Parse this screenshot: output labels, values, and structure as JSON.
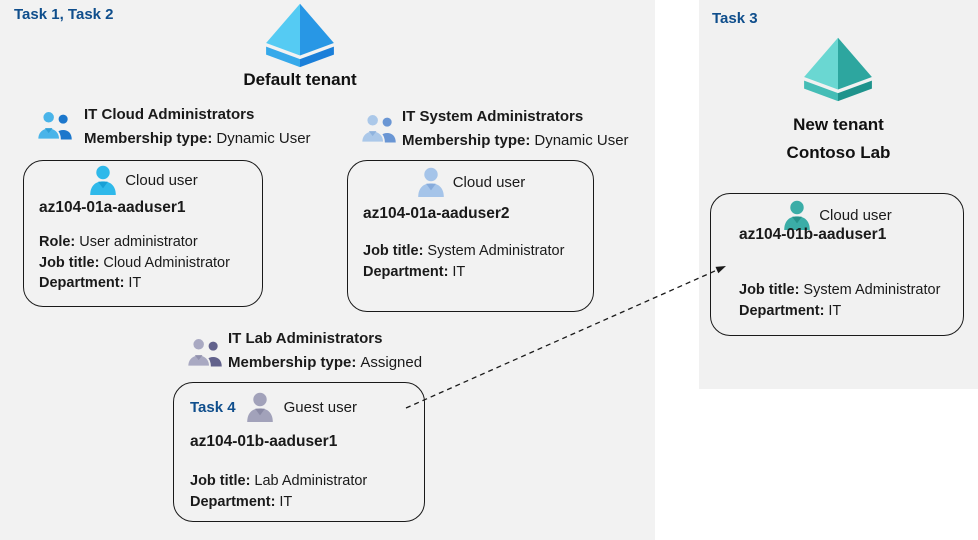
{
  "colors": {
    "task_label": "#0f4e8c",
    "panel_bg": "#f2f2f2",
    "arrow": "#1a1a1a",
    "aad_blue_light": "#55cbf3",
    "aad_blue_dark": "#2897e5",
    "aad_blue_chev_left": "#36a9ea",
    "aad_blue_chev_right": "#1b7fd9",
    "aad_teal_light": "#6ad7d2",
    "aad_teal_dark": "#2da69f",
    "aad_teal_chev_left": "#45bdb6",
    "aad_teal_chev_right": "#1f938c",
    "group_cloud_big": "#49b4e9",
    "group_cloud_small": "#1c77cc",
    "group_cloud_notch": "#2f9fd6",
    "group_system_big": "#abc8e9",
    "group_system_small": "#6a96d4",
    "group_system_notch": "#8fb3de",
    "group_lab_big": "#a9a9c2",
    "group_lab_small": "#62628c",
    "group_lab_notch": "#9191ad",
    "person_cloud1": "#2fb9ea",
    "person_cloud1_notch": "#18a0d6",
    "person_cloud2": "#a5c4e9",
    "person_cloud2_notch": "#87abdb",
    "person_guest": "#a2a2ba",
    "person_guest_notch": "#8a8aa5",
    "person_teal": "#3bada7",
    "person_teal_notch": "#27928b"
  },
  "default_tenant": {
    "task_label": "Task 1, Task 2",
    "title": "Default tenant",
    "groups": {
      "cloud": {
        "name": "IT Cloud Administrators",
        "membership_label": "Membership type:",
        "membership_value": "Dynamic User"
      },
      "system": {
        "name": "IT System Administrators",
        "membership_label": "Membership type:",
        "membership_value": "Dynamic User"
      },
      "lab": {
        "name": "IT Lab Administrators",
        "membership_label": "Membership type:",
        "membership_value": "Assigned"
      }
    },
    "cards": {
      "user1": {
        "type_label": "Cloud user",
        "username": "az104-01a-aaduser1",
        "fields": [
          {
            "label": "Role:",
            "value": "User administrator"
          },
          {
            "label": "Job title:",
            "value": "Cloud Administrator"
          },
          {
            "label": "Department:",
            "value": "IT"
          }
        ]
      },
      "user2": {
        "type_label": "Cloud user",
        "username": "az104-01a-aaduser2",
        "fields": [
          {
            "label": "Job title:",
            "value": "System Administrator"
          },
          {
            "label": "Department:",
            "value": "IT"
          }
        ]
      },
      "guest": {
        "task_label": "Task 4",
        "type_label": "Guest user",
        "username": "az104-01b-aaduser1",
        "fields": [
          {
            "label": "Job title:",
            "value": "Lab Administrator"
          },
          {
            "label": "Department:",
            "value": "IT"
          }
        ]
      }
    }
  },
  "new_tenant": {
    "task_label": "Task 3",
    "title_line1": "New tenant",
    "title_line2": "Contoso Lab",
    "card": {
      "type_label": "Cloud user",
      "username": "az104-01b-aaduser1",
      "fields": [
        {
          "label": "Job title:",
          "value": "System Administrator"
        },
        {
          "label": "Department:",
          "value": "IT"
        }
      ]
    }
  }
}
